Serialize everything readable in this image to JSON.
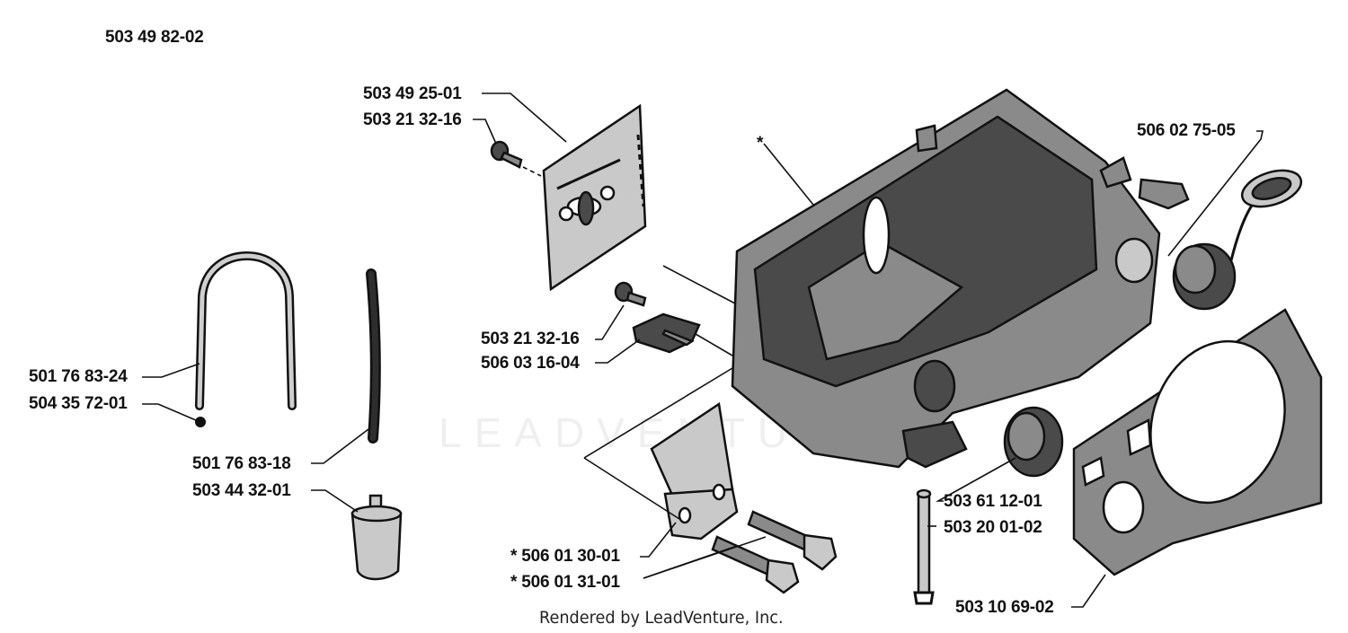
{
  "diagram_id": "503 49 82-02",
  "watermark": "LEADVENTURE",
  "credit": "Rendered by LeadVenture, Inc.",
  "callouts": {
    "guide_plate": "503 49 25-01",
    "screw_top": "503 21 32-16",
    "screw_mid": "503 21 32-16",
    "block": "506 03 16-04",
    "housing": "*",
    "cap": "506 02 75-05",
    "fuel_hose": "501 76 83-24",
    "grommet": "504 35 72-01",
    "oil_hose": "501 76 83-18",
    "filter": "503 44 32-01",
    "bracket": "* 506 01 30-01",
    "bolts": "* 506 01 31-01",
    "bushing": "503 61 12-01",
    "pin": "503 20 01-02",
    "gasket": "503 10 69-02"
  }
}
